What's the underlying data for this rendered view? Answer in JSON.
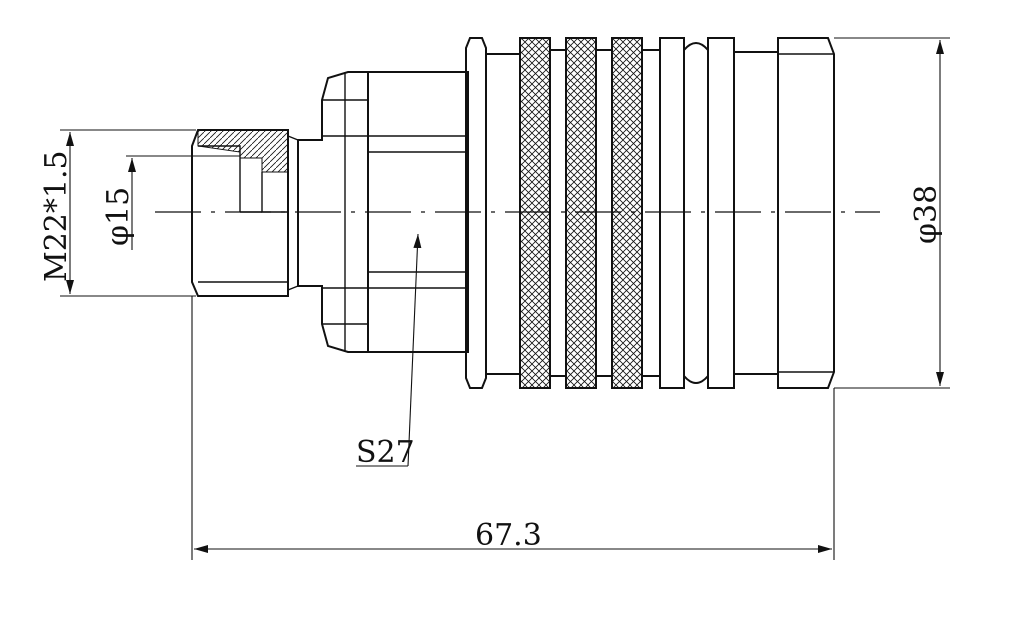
{
  "drawing": {
    "dimensions": {
      "thread": "M22*1.5",
      "bore": "φ15",
      "hex": "S27",
      "outer_diameter": "φ38",
      "overall_length": "67.3"
    }
  },
  "colors": {
    "line": "#111111",
    "background": "#ffffff"
  }
}
